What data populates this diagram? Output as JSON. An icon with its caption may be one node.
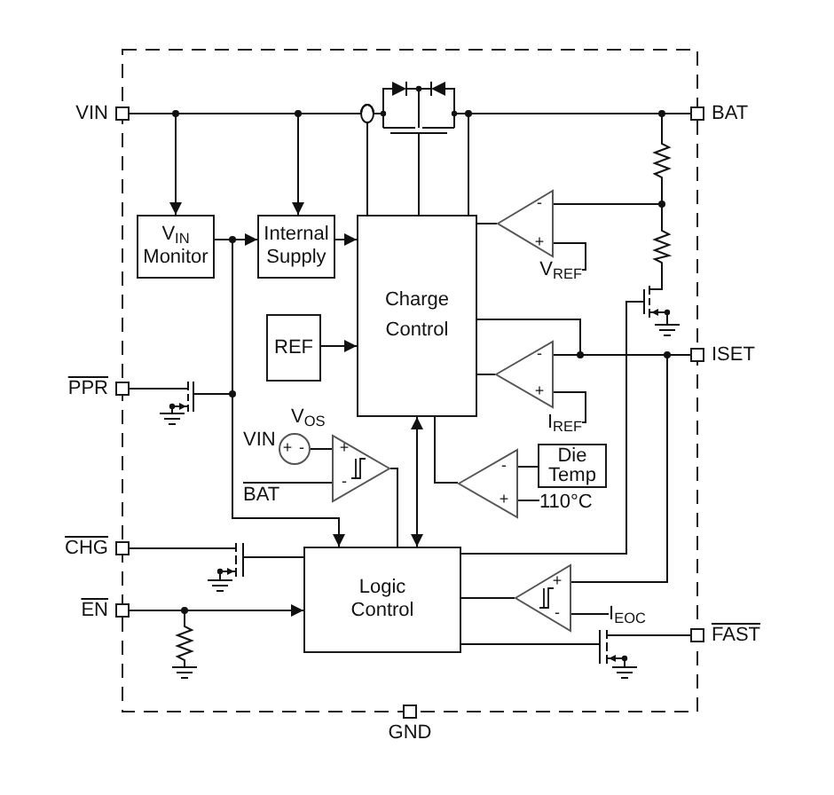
{
  "diagram": {
    "nodes": [
      {
        "text": [
          "VIN"
        ]
      },
      {
        "text": [],
        "shape": "transistor"
      },
      {
        "text": [
          "BAT"
        ]
      },
      {
        "text": [],
        "shape": "resistor"
      },
      {
        "text": [
          "V$_{IN}$ Monitor"
        ]
      },
      {
        "text": [
          "Internal Supply"
        ]
      },
      {
        "text": [
          "Charge Control"
        ]
      },
      {
        "text": [
          "-",
          "+"
        ]
      },
      {
        "text": [
          "V$_{REF}$"
        ]
      },
      {
        "text": [],
        "shape": "resistor"
      },
      {
        "text": [
          "REF"
        ]
      },
      {
        "text": [],
        "shape": "transistor"
      },
      {
        "text": [
          "PPR"
        ]
      },
      {
        "text": [],
        "shape": "transistor"
      },
      {
        "text": [
          "ISET"
        ]
      },
      {
        "text": [
          "-",
          "+"
        ]
      },
      {
        "text": [
          "I$_{REF}$"
        ]
      },
      {
        "text": [
          "+",
          "-"
        ],
        "beside": [
          "V$_{OS}$"
        ]
      },
      {
        "text": [
          "+",
          "-"
        ]
      },
      {
        "text": [
          "BAT"
        ]
      },
      {
        "text": [
          "-",
          "+"
        ]
      },
      {
        "text": [
          "Die Temp"
        ]
      },
      {
        "text": [
          "110°C"
        ]
      },
      {
        "text": [
          "CHG"
        ]
      },
      {
        "text": [],
        "shape": "transistor"
      },
      {
        "text": [
          "Logic Control"
        ]
      },
      {
        "text": [
          "+",
          "-"
        ]
      },
      {
        "text": [
          "I$_{EOC}$"
        ]
      },
      {
        "text": [
          "EN"
        ]
      },
      {
        "text": [
          "FAST"
        ]
      },
      {
        "text": [],
        "shape": "transistor"
      },
      {
        "text": [],
        "shape": "resistor"
      },
      {
        "text": [
          "GND"
        ]
      }
    ],
    "edges": [
      {
        "from": 0,
        "to": 4,
        "arrow": "to"
      },
      {
        "from": 0,
        "to": 5,
        "arrow": "to"
      },
      {
        "from": 0,
        "to": 6,
        "arrow": "none"
      },
      {
        "from": 0,
        "to": 1,
        "arrow": "none"
      },
      {
        "from": 1,
        "to": 2,
        "arrow": "none"
      },
      {
        "from": 6,
        "to": 1,
        "arrow": "none"
      },
      {
        "from": 6,
        "to": 2,
        "arrow": "none"
      },
      {
        "from": 2,
        "to": 3,
        "arrow": "none"
      },
      {
        "from": 3,
        "to": 7,
        "arrow": "none"
      },
      {
        "from": 3,
        "to": 9,
        "arrow": "none"
      },
      {
        "from": 7,
        "to": 6,
        "arrow": "none"
      },
      {
        "from": 7,
        "to": 8,
        "arrow": "none"
      },
      {
        "from": 9,
        "to": 11,
        "arrow": "none"
      },
      {
        "from": 4,
        "to": 5,
        "arrow": "to"
      },
      {
        "from": 5,
        "to": 6,
        "arrow": "to"
      },
      {
        "from": 10,
        "to": 6,
        "arrow": "to"
      },
      {
        "from": 4,
        "to": 13,
        "arrow": "none"
      },
      {
        "from": 4,
        "to": 25,
        "arrow": "to"
      },
      {
        "from": 12,
        "to": 13,
        "arrow": "none"
      },
      {
        "from": 6,
        "to": 14,
        "arrow": "none"
      },
      {
        "from": 15,
        "to": 14,
        "arrow": "none"
      },
      {
        "from": 25,
        "to": 11,
        "arrow": "none"
      },
      {
        "from": 14,
        "to": 26,
        "arrow": "none"
      },
      {
        "from": 15,
        "to": 6,
        "arrow": "none"
      },
      {
        "from": 15,
        "to": 16,
        "arrow": "none"
      },
      {
        "from": 17,
        "to": 18,
        "arrow": "none"
      },
      {
        "from": 19,
        "to": 18,
        "arrow": "none"
      },
      {
        "from": 18,
        "to": 25,
        "arrow": "none"
      },
      {
        "from": 6,
        "to": 25,
        "arrow": "both"
      },
      {
        "from": 20,
        "to": 6,
        "arrow": "none"
      },
      {
        "from": 21,
        "to": 20,
        "arrow": "none"
      },
      {
        "from": 22,
        "to": 20,
        "arrow": "none"
      },
      {
        "from": 23,
        "to": 24,
        "arrow": "none"
      },
      {
        "from": 25,
        "to": 24,
        "arrow": "none"
      },
      {
        "from": 28,
        "to": 25,
        "arrow": "to"
      },
      {
        "from": 28,
        "to": 31,
        "arrow": "none"
      },
      {
        "from": 26,
        "to": 25,
        "arrow": "none"
      },
      {
        "from": 26,
        "to": 27,
        "arrow": "none"
      },
      {
        "from": 29,
        "to": 30,
        "arrow": "none"
      },
      {
        "from": 25,
        "to": 30,
        "arrow": "none"
      }
    ],
    "labels": [
      "VIN"
    ]
  }
}
